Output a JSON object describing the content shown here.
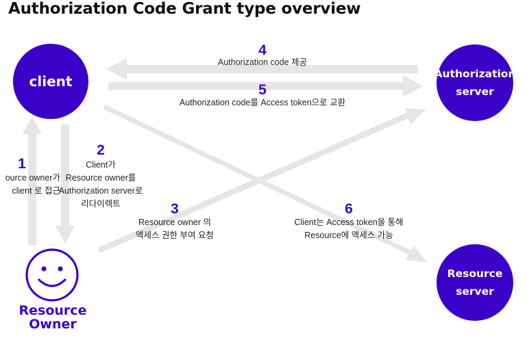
{
  "title": "Authorization Code Grant type overview",
  "nodes": {
    "client": "client",
    "auth_server": [
      "Authorization",
      "server"
    ],
    "resource_server": [
      "Resource",
      "server"
    ],
    "resource_owner": [
      "Resource",
      "Owner"
    ]
  },
  "steps": [
    {
      "num": "1",
      "lines": [
        "ource owner가",
        "client 로 접근"
      ]
    },
    {
      "num": "2",
      "lines": [
        "Client가",
        "Resource owner를",
        "Authorization server로",
        "리다이렉트"
      ]
    },
    {
      "num": "3",
      "lines": [
        "Resource owner 의",
        "액세스 권한 부여 요청"
      ]
    },
    {
      "num": "4",
      "lines": [
        "Authorization code 제공"
      ]
    },
    {
      "num": "5",
      "lines": [
        "Authorization code를 Access token으로 교환"
      ]
    },
    {
      "num": "6",
      "lines": [
        "Client는 Access token을 통해",
        "Resource에 액세스 가능"
      ]
    }
  ],
  "colors": {
    "accent": "#3b00c8",
    "arrow": "#e6e6e6"
  }
}
